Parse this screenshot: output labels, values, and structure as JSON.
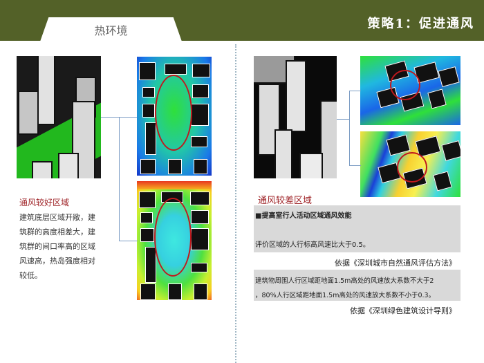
{
  "header": {
    "tab_label": "热环境",
    "strategy_title": "策略1：促进通风",
    "bg_color": "#536128"
  },
  "left": {
    "section_title": "通风较好区域",
    "description": "建筑底层区域开敞，建筑群的高度相差大，建筑群的间口率高的区域风速高，热岛强度相对较低。",
    "images": [
      {
        "name": "3d-model-good-ventilation",
        "type": "building-massing"
      },
      {
        "name": "wind-speed-map",
        "type": "simulation",
        "highlight": "red-oval"
      },
      {
        "name": "temperature-map",
        "type": "simulation",
        "highlight": "red-oval"
      }
    ]
  },
  "right": {
    "section_title": "通风较差区域",
    "strategy_heading": "■提高室行人活动区域通风效能",
    "rule1": "评价区域的人行标高风速比大于0.5。",
    "source1": "依据《深圳城市自然通风评估方法》",
    "rule2_line1": "建筑物周围人行区域距地面1.5m高处的风速放大系数不大于2",
    "rule2_line2": "，80%人行区域距地面1.5m高处的风速放大系数不小于0.3。",
    "source2": "依据《深圳绿色建筑设计导则》",
    "images": [
      {
        "name": "3d-model-poor-ventilation",
        "type": "building-massing"
      },
      {
        "name": "wind-speed-map",
        "type": "simulation",
        "highlight": "red-circle"
      },
      {
        "name": "temperature-map",
        "type": "simulation",
        "highlight": "red-circle"
      }
    ]
  },
  "colors": {
    "accent_red": "#a0262a",
    "highlight_red": "#c0181d",
    "connector_blue": "#7b9cc4",
    "grey_box": "#d9d9d9"
  }
}
